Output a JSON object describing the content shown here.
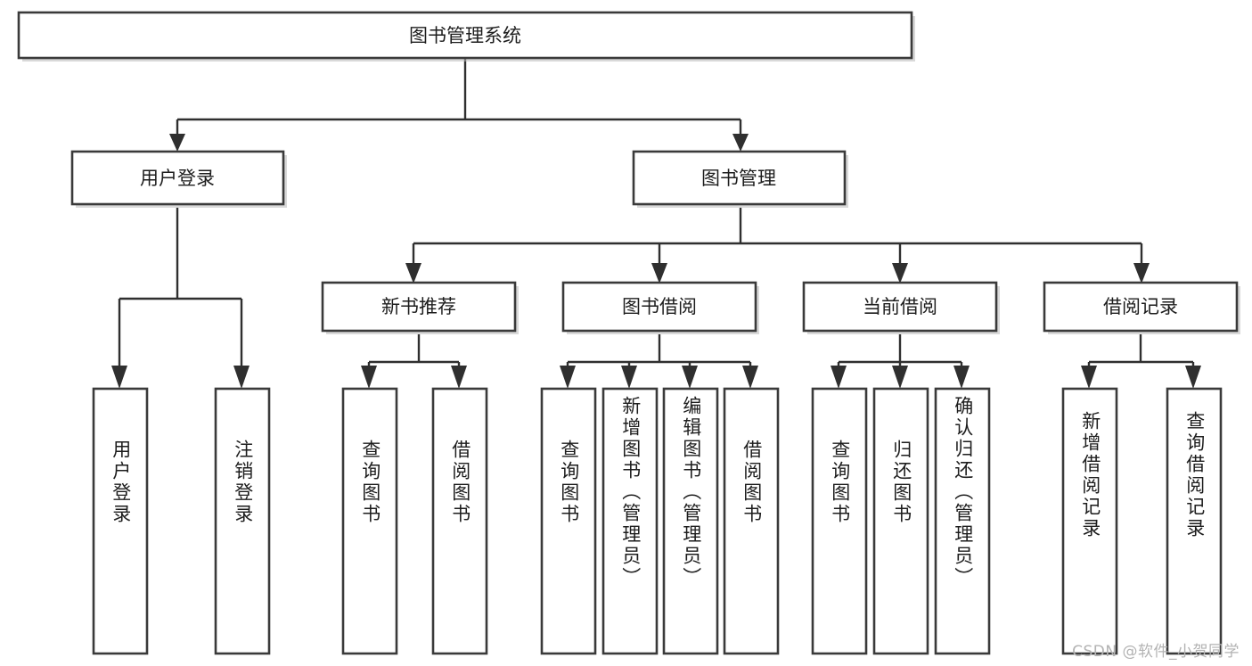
{
  "diagram": {
    "type": "hierarchy-tree",
    "title": "图书管理系统",
    "orientation": "top-down",
    "colors": {
      "box_fill": "#ffffff",
      "box_stroke": "#3a3a3a",
      "connector": "#2f2f2f",
      "text": "#1d1d1d",
      "watermark": "#b3b3b3"
    },
    "levels": [
      {
        "level": 1,
        "nodes": [
          {
            "id": "root",
            "label": "图书管理系统",
            "orientation": "horizontal"
          }
        ]
      },
      {
        "level": 2,
        "nodes": [
          {
            "id": "login",
            "label": "用户登录",
            "orientation": "horizontal",
            "parent": "root"
          },
          {
            "id": "bookmgmt",
            "label": "图书管理",
            "orientation": "horizontal",
            "parent": "root"
          }
        ]
      },
      {
        "level": 3,
        "nodes": [
          {
            "id": "newbook",
            "label": "新书推荐",
            "orientation": "horizontal",
            "parent": "bookmgmt"
          },
          {
            "id": "borrow",
            "label": "图书借阅",
            "orientation": "horizontal",
            "parent": "bookmgmt"
          },
          {
            "id": "current",
            "label": "当前借阅",
            "orientation": "horizontal",
            "parent": "bookmgmt"
          },
          {
            "id": "records",
            "label": "借阅记录",
            "orientation": "horizontal",
            "parent": "bookmgmt"
          }
        ]
      },
      {
        "level": 4,
        "nodes": [
          {
            "id": "leaf-1",
            "label": "用户登录",
            "orientation": "vertical",
            "parent": "login"
          },
          {
            "id": "leaf-2",
            "label": "注销登录",
            "orientation": "vertical",
            "parent": "login"
          },
          {
            "id": "leaf-3",
            "label": "查询图书",
            "orientation": "vertical",
            "parent": "newbook"
          },
          {
            "id": "leaf-4",
            "label": "借阅图书",
            "orientation": "vertical",
            "parent": "newbook"
          },
          {
            "id": "leaf-5",
            "label": "查询图书",
            "orientation": "vertical",
            "parent": "borrow"
          },
          {
            "id": "leaf-6",
            "label": "新增图书（管理员）",
            "orientation": "vertical",
            "parent": "borrow"
          },
          {
            "id": "leaf-7",
            "label": "编辑图书（管理员）",
            "orientation": "vertical",
            "parent": "borrow"
          },
          {
            "id": "leaf-8",
            "label": "借阅图书",
            "orientation": "vertical",
            "parent": "borrow"
          },
          {
            "id": "leaf-9",
            "label": "查询图书",
            "orientation": "vertical",
            "parent": "current"
          },
          {
            "id": "leaf-10",
            "label": "归还图书",
            "orientation": "vertical",
            "parent": "current"
          },
          {
            "id": "leaf-11",
            "label": "确认归还（管理员）",
            "orientation": "vertical",
            "parent": "current"
          },
          {
            "id": "leaf-12",
            "label": "新增借阅记录",
            "orientation": "vertical",
            "parent": "records"
          },
          {
            "id": "leaf-13",
            "label": "查询借阅记录",
            "orientation": "vertical",
            "parent": "records"
          }
        ]
      }
    ]
  },
  "watermark": {
    "text": "CSDN @软件_小贺同学"
  }
}
